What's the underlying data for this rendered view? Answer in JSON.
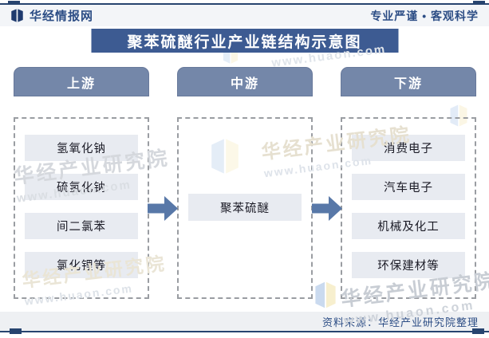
{
  "header": {
    "logo_text": "华经情报网",
    "slogan": "专业严谨 • 客观科学"
  },
  "title": "聚苯硫醚行业产业链结构示意图",
  "columns": [
    {
      "label": "上游",
      "items": [
        "氢氧化钠",
        "硫氢化钠",
        "间二氯苯",
        "氯化锂等"
      ]
    },
    {
      "label": "中游",
      "items": [
        "聚苯硫醚"
      ]
    },
    {
      "label": "下游",
      "items": [
        "消费电子",
        "汽车电子",
        "机械及化工",
        "环保建材等"
      ]
    }
  ],
  "footer": {
    "source": "资料来源：华经产业研究院整理"
  },
  "watermark": {
    "name": "华经产业研究院",
    "url": "www.huaon.com"
  },
  "colors": {
    "title_bar": "#3d5b92",
    "column_header": "#7487a9",
    "item_bg": "#e8ebf1",
    "arrow": "#5878a8",
    "rule": "#27446f",
    "brand_text": "#2c4d85",
    "watermark": "#c8cdd4"
  }
}
